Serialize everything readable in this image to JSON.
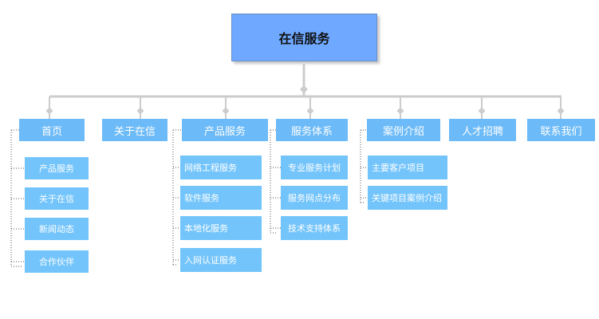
{
  "colors": {
    "root_fill": "#6fa8ff",
    "category_fill": "#6cbaf7",
    "leaf_fill": "#73c4fb",
    "connector": "#cccccc",
    "dotted_line": "#555555"
  },
  "root": {
    "label": "在信服务"
  },
  "categories": [
    {
      "label": "首页",
      "children": [
        "产品服务",
        "关于在信",
        "新闻动态",
        "合作伙伴"
      ]
    },
    {
      "label": "关于在信",
      "children": []
    },
    {
      "label": "产品服务",
      "children": [
        "网络工程服务",
        "软件服务",
        "本地化服务",
        "入网认证服务"
      ]
    },
    {
      "label": "服务体系",
      "children": [
        "专业服务计划",
        "服务网点分布",
        "技术支持体系"
      ]
    },
    {
      "label": "案例介绍",
      "children": [
        "主要客户项目",
        "关键项目案例介绍"
      ]
    },
    {
      "label": "人才招聘",
      "children": []
    },
    {
      "label": "联系我们",
      "children": []
    }
  ]
}
